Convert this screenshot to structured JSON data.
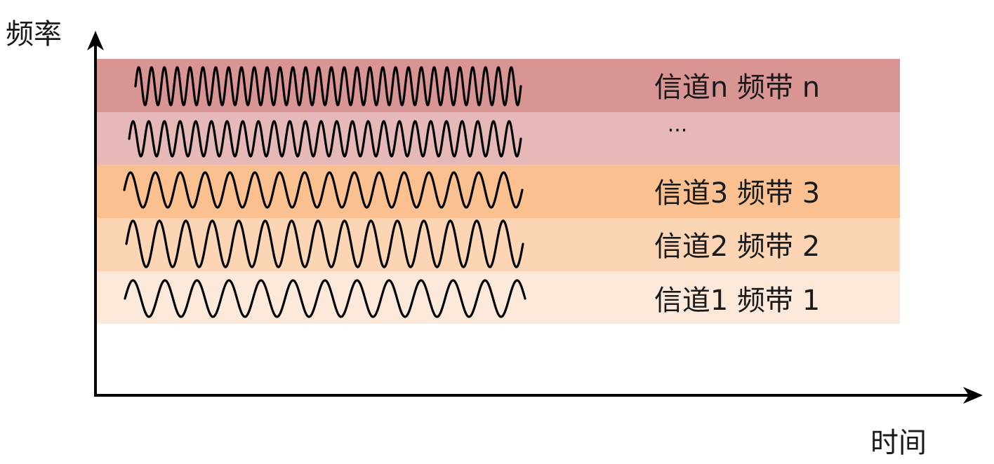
{
  "axes": {
    "y_label": "频率",
    "x_label": "时间"
  },
  "bands": [
    {
      "id": "n",
      "label": "信道n 频带 n",
      "color": "#d99594",
      "cycles": 30
    },
    {
      "id": "ellipsis",
      "label": "···",
      "color": "#e6b9b8",
      "cycles": 25
    },
    {
      "id": "3",
      "label": "信道3 频带 3",
      "color": "#fac090",
      "cycles": 16
    },
    {
      "id": "2",
      "label": "信道2 频带 2",
      "color": "#fcd5b5",
      "cycles": 15
    },
    {
      "id": "1",
      "label": "信道1 频带 1",
      "color": "#fde9d9",
      "cycles": 12.5
    }
  ],
  "colors": {
    "axis": "#000000",
    "wave": "#000000"
  }
}
